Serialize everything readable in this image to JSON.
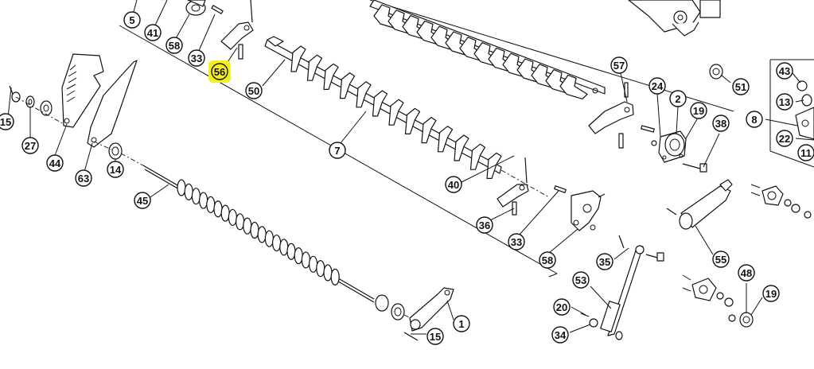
{
  "diagram": {
    "highlight_color": "#f7ef1c",
    "callouts": [
      {
        "label": "5"
      },
      {
        "label": "41"
      },
      {
        "label": "58"
      },
      {
        "label": "33"
      },
      {
        "label": "56"
      },
      {
        "label": "50"
      },
      {
        "label": "15"
      },
      {
        "label": "27"
      },
      {
        "label": "44"
      },
      {
        "label": "63"
      },
      {
        "label": "14"
      },
      {
        "label": "45"
      },
      {
        "label": "7"
      },
      {
        "label": "40"
      },
      {
        "label": "36"
      },
      {
        "label": "33"
      },
      {
        "label": "58"
      },
      {
        "label": "1"
      },
      {
        "label": "15"
      },
      {
        "label": "57"
      },
      {
        "label": "24"
      },
      {
        "label": "2"
      },
      {
        "label": "19"
      },
      {
        "label": "38"
      },
      {
        "label": "51"
      },
      {
        "label": "43"
      },
      {
        "label": "13"
      },
      {
        "label": "8"
      },
      {
        "label": "22"
      },
      {
        "label": "11"
      },
      {
        "label": "35"
      },
      {
        "label": "55"
      },
      {
        "label": "53"
      },
      {
        "label": "20"
      },
      {
        "label": "34"
      },
      {
        "label": "48"
      },
      {
        "label": "19"
      }
    ]
  }
}
